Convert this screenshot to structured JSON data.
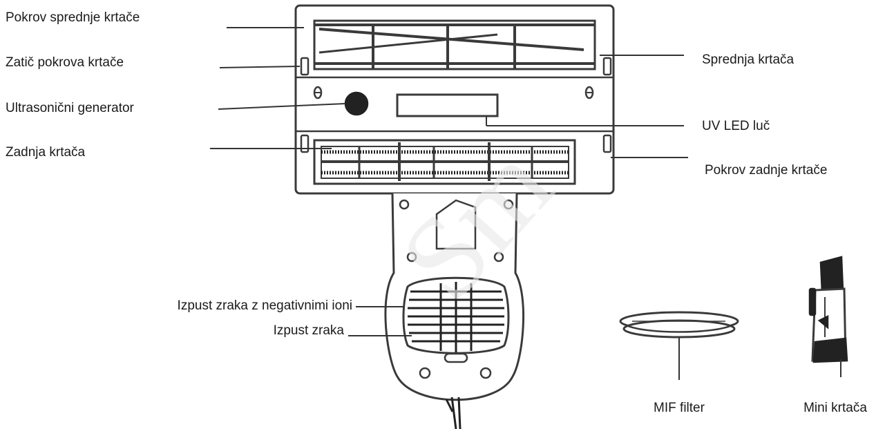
{
  "labels": {
    "front_brush_cover": "Pokrov sprednje krtače",
    "brush_cover_pin": "Zatič pokrova krtače",
    "ultrasonic_generator": "Ultrasonični generator",
    "rear_brush": "Zadnja krtača",
    "front_brush": "Sprednja krtača",
    "uv_led": "UV LED luč",
    "rear_brush_cover": "Pokrov zadnje krtače",
    "negative_ion_outlet": "Izpust zraka z negativnimi ioni",
    "air_outlet": "Izpust zraka",
    "mif_filter": "MIF filter",
    "mini_brush": "Mini krtača"
  },
  "colors": {
    "line": "#333333",
    "dark": "#222222",
    "stroke": "#3a3a3a"
  }
}
